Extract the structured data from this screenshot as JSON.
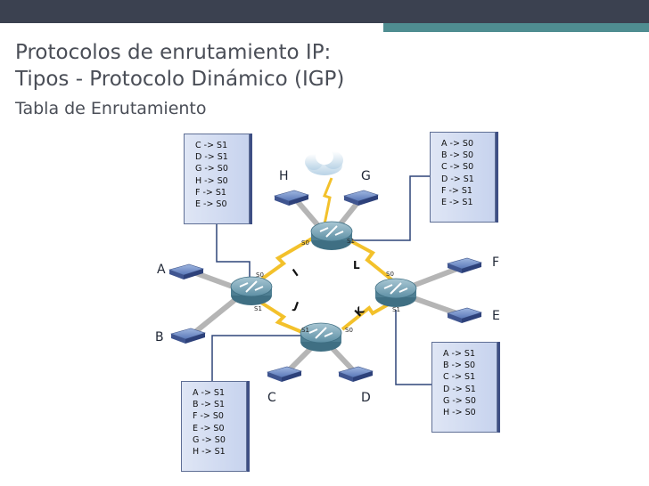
{
  "header": {
    "title_line1": "Protocolos de enrutamiento IP:",
    "title_line2": "Tipos - Protocolo Dinámico (IGP)",
    "subtitle": "Tabla de Enrutamiento"
  },
  "diagram": {
    "lan_labels": [
      "A",
      "B",
      "C",
      "D",
      "E",
      "F",
      "G",
      "H"
    ],
    "link_labels": [
      "I",
      "J",
      "K",
      "L"
    ],
    "interfaces": {
      "left": {
        "s0": "S0",
        "s1": "S1"
      },
      "top": {
        "s0": "S0",
        "s1": "S1"
      },
      "right": {
        "s0": "S0",
        "s1": "S1"
      },
      "bottom": {
        "s0": "S0",
        "s1": "S1"
      }
    },
    "routing_tables": {
      "left_router": [
        "C -> S1",
        "D -> S1",
        "G -> S0",
        "H -> S0",
        "F -> S1",
        "E -> S0"
      ],
      "top_router": [
        "A -> S0",
        "B -> S0",
        "C -> S0",
        "D -> S1",
        "F -> S1",
        "E -> S1"
      ],
      "right_router": [
        "A -> S1",
        "B -> S0",
        "C -> S1",
        "D -> S1",
        "G -> S0",
        "H -> S0"
      ],
      "bottom_router": [
        "A -> S1",
        "B -> S1",
        "F -> S0",
        "E -> S0",
        "G -> S0",
        "H -> S1"
      ]
    },
    "colors": {
      "link": "#f3c12b",
      "connector": "#2f4578",
      "router": "#5d8fa4"
    }
  }
}
